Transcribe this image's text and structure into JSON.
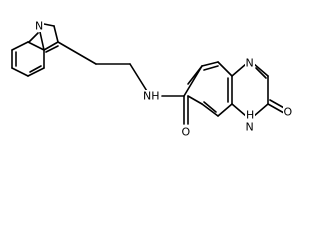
{
  "molecule": {
    "atom_labels": {
      "indole_n": "N",
      "amide_nh": "NH",
      "amide_o": "O",
      "quinox_n": "N",
      "quinox_nh_h": "H",
      "quinox_nh_n": "N",
      "keto_o": "O"
    },
    "colors": {
      "bond": "#000000",
      "text": "#000000",
      "background": "#ffffff"
    }
  }
}
